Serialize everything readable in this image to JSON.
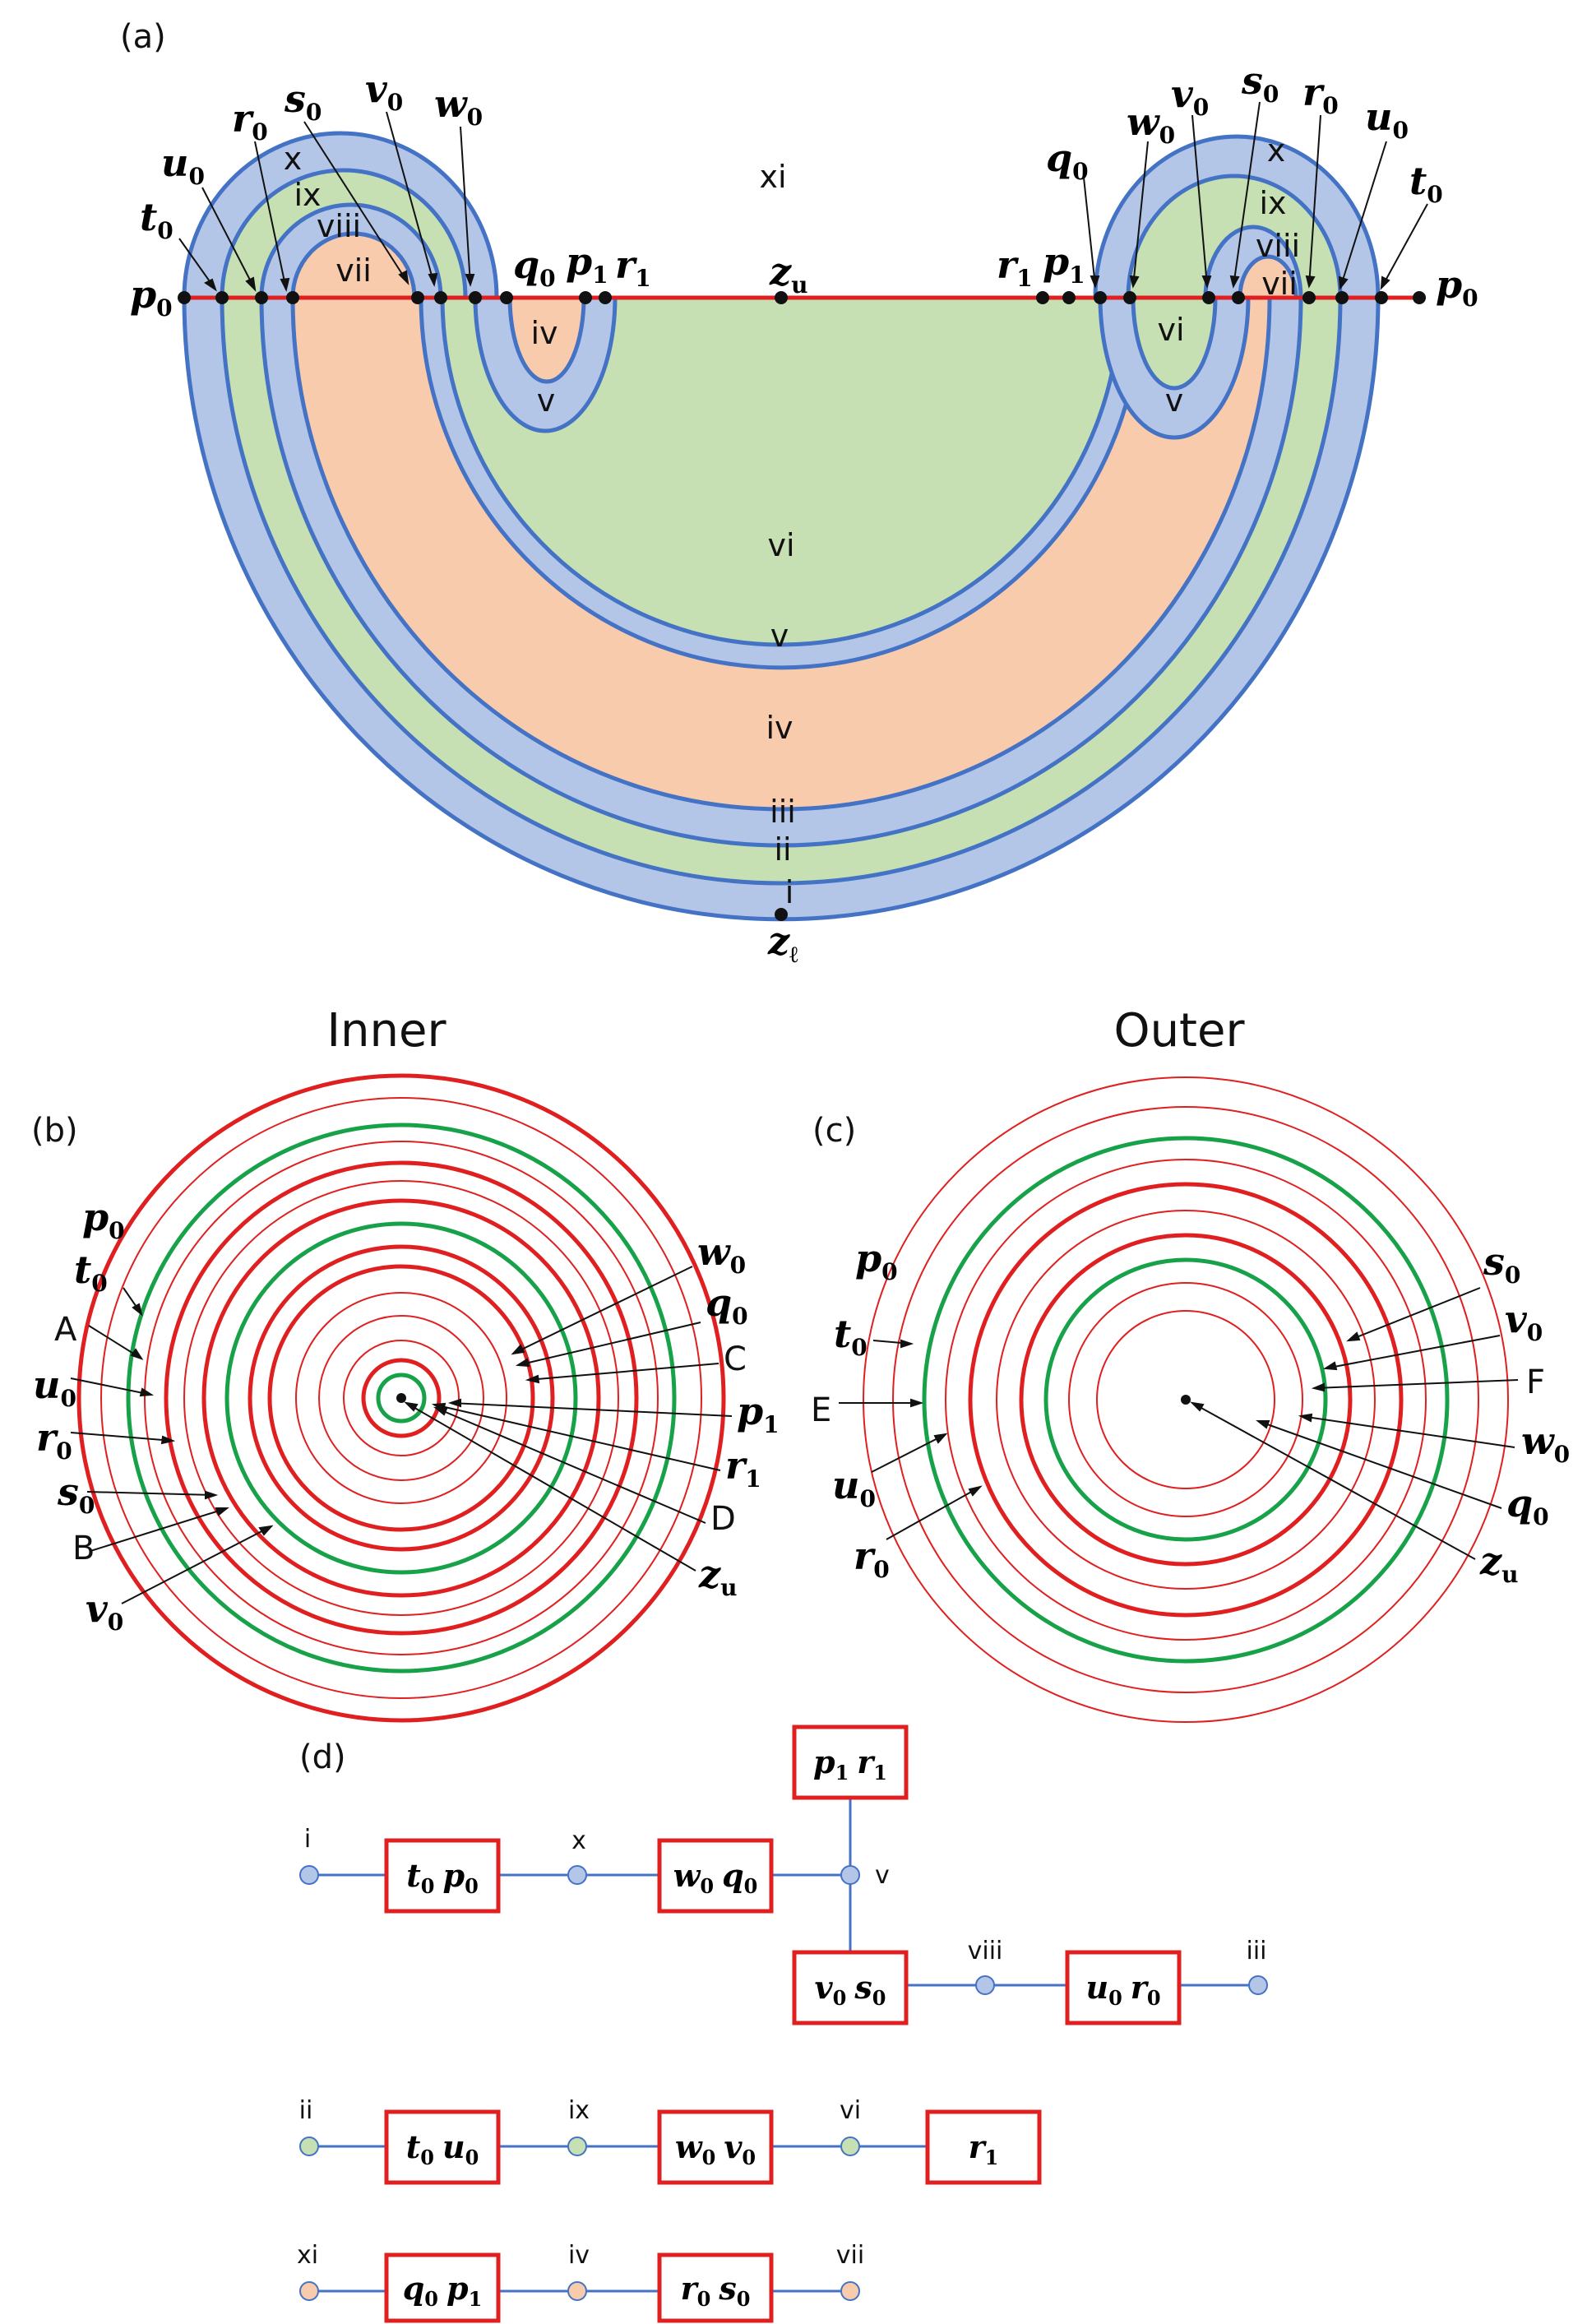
{
  "colors": {
    "blue_band": "#b4c6e7",
    "green_band": "#c6e0b4",
    "orange_band": "#f8cbad",
    "outline": "#4472c4",
    "red": "#e02020",
    "green_circle": "#17a24a",
    "node_blue": "#b4c6e7",
    "node_green": "#c6e0b4",
    "node_orange": "#f8cbad",
    "edge": "#4472c4"
  },
  "panel_a": {
    "panel_label": "(a)",
    "region_labels": [
      "i",
      "ii",
      "iii",
      "iv",
      "v",
      "vi",
      "vii",
      "viii",
      "ix",
      "x",
      "xi",
      "iv",
      "v",
      "vi",
      "v",
      "vii",
      "viii",
      "ix",
      "x"
    ],
    "left_points": [
      "p",
      "t",
      "u",
      "r",
      "s",
      "v",
      "w",
      "q",
      "p",
      "r"
    ],
    "left_subscripts": [
      "0",
      "0",
      "0",
      "0",
      "0",
      "0",
      "0",
      "0",
      "1",
      "1"
    ],
    "right_points": [
      "r",
      "p",
      "q",
      "w",
      "v",
      "s",
      "r",
      "u",
      "t",
      "p"
    ],
    "right_subscripts": [
      "1",
      "1",
      "0",
      "0",
      "0",
      "0",
      "0",
      "0",
      "0",
      "0"
    ],
    "z_u": {
      "base": "z",
      "sub": "u"
    },
    "z_l": {
      "base": "z",
      "sub": "ℓ"
    }
  },
  "panel_b": {
    "panel_label": "(b)",
    "title": "Inner",
    "labels": [
      {
        "base": "p",
        "sub": "0"
      },
      {
        "base": "t",
        "sub": "0"
      },
      {
        "base": "A",
        "sub": ""
      },
      {
        "base": "u",
        "sub": "0"
      },
      {
        "base": "r",
        "sub": "0"
      },
      {
        "base": "s",
        "sub": "0"
      },
      {
        "base": "B",
        "sub": ""
      },
      {
        "base": "v",
        "sub": "0"
      },
      {
        "base": "w",
        "sub": "0"
      },
      {
        "base": "q",
        "sub": "0"
      },
      {
        "base": "C",
        "sub": ""
      },
      {
        "base": "p",
        "sub": "1"
      },
      {
        "base": "r",
        "sub": "1"
      },
      {
        "base": "D",
        "sub": ""
      },
      {
        "base": "z",
        "sub": "u"
      }
    ]
  },
  "panel_c": {
    "panel_label": "(c)",
    "title": "Outer",
    "labels": [
      {
        "base": "p",
        "sub": "0"
      },
      {
        "base": "t",
        "sub": "0"
      },
      {
        "base": "E",
        "sub": ""
      },
      {
        "base": "u",
        "sub": "0"
      },
      {
        "base": "r",
        "sub": "0"
      },
      {
        "base": "s",
        "sub": "0"
      },
      {
        "base": "v",
        "sub": "0"
      },
      {
        "base": "F",
        "sub": ""
      },
      {
        "base": "w",
        "sub": "0"
      },
      {
        "base": "q",
        "sub": "0"
      },
      {
        "base": "z",
        "sub": "u"
      }
    ]
  },
  "panel_d": {
    "panel_label": "(d)",
    "nodes": [
      "i",
      "x",
      "v",
      "viii",
      "iii",
      "ii",
      "ix",
      "vi",
      "xi",
      "iv",
      "vii"
    ],
    "boxes": [
      {
        "a": "t",
        "as": "0",
        "b": "p",
        "bs": "0"
      },
      {
        "a": "w",
        "as": "0",
        "b": "q",
        "bs": "0"
      },
      {
        "a": "p",
        "as": "1",
        "b": "r",
        "bs": "1"
      },
      {
        "a": "v",
        "as": "0",
        "b": "s",
        "bs": "0"
      },
      {
        "a": "u",
        "as": "0",
        "b": "r",
        "bs": "0"
      },
      {
        "a": "t",
        "as": "0",
        "b": "u",
        "bs": "0"
      },
      {
        "a": "w",
        "as": "0",
        "b": "v",
        "bs": "0"
      },
      {
        "a": "r",
        "as": "1",
        "b": "",
        "bs": ""
      },
      {
        "a": "q",
        "as": "0",
        "b": "p",
        "bs": "1"
      },
      {
        "a": "r",
        "as": "0",
        "b": "s",
        "bs": "0"
      }
    ]
  }
}
